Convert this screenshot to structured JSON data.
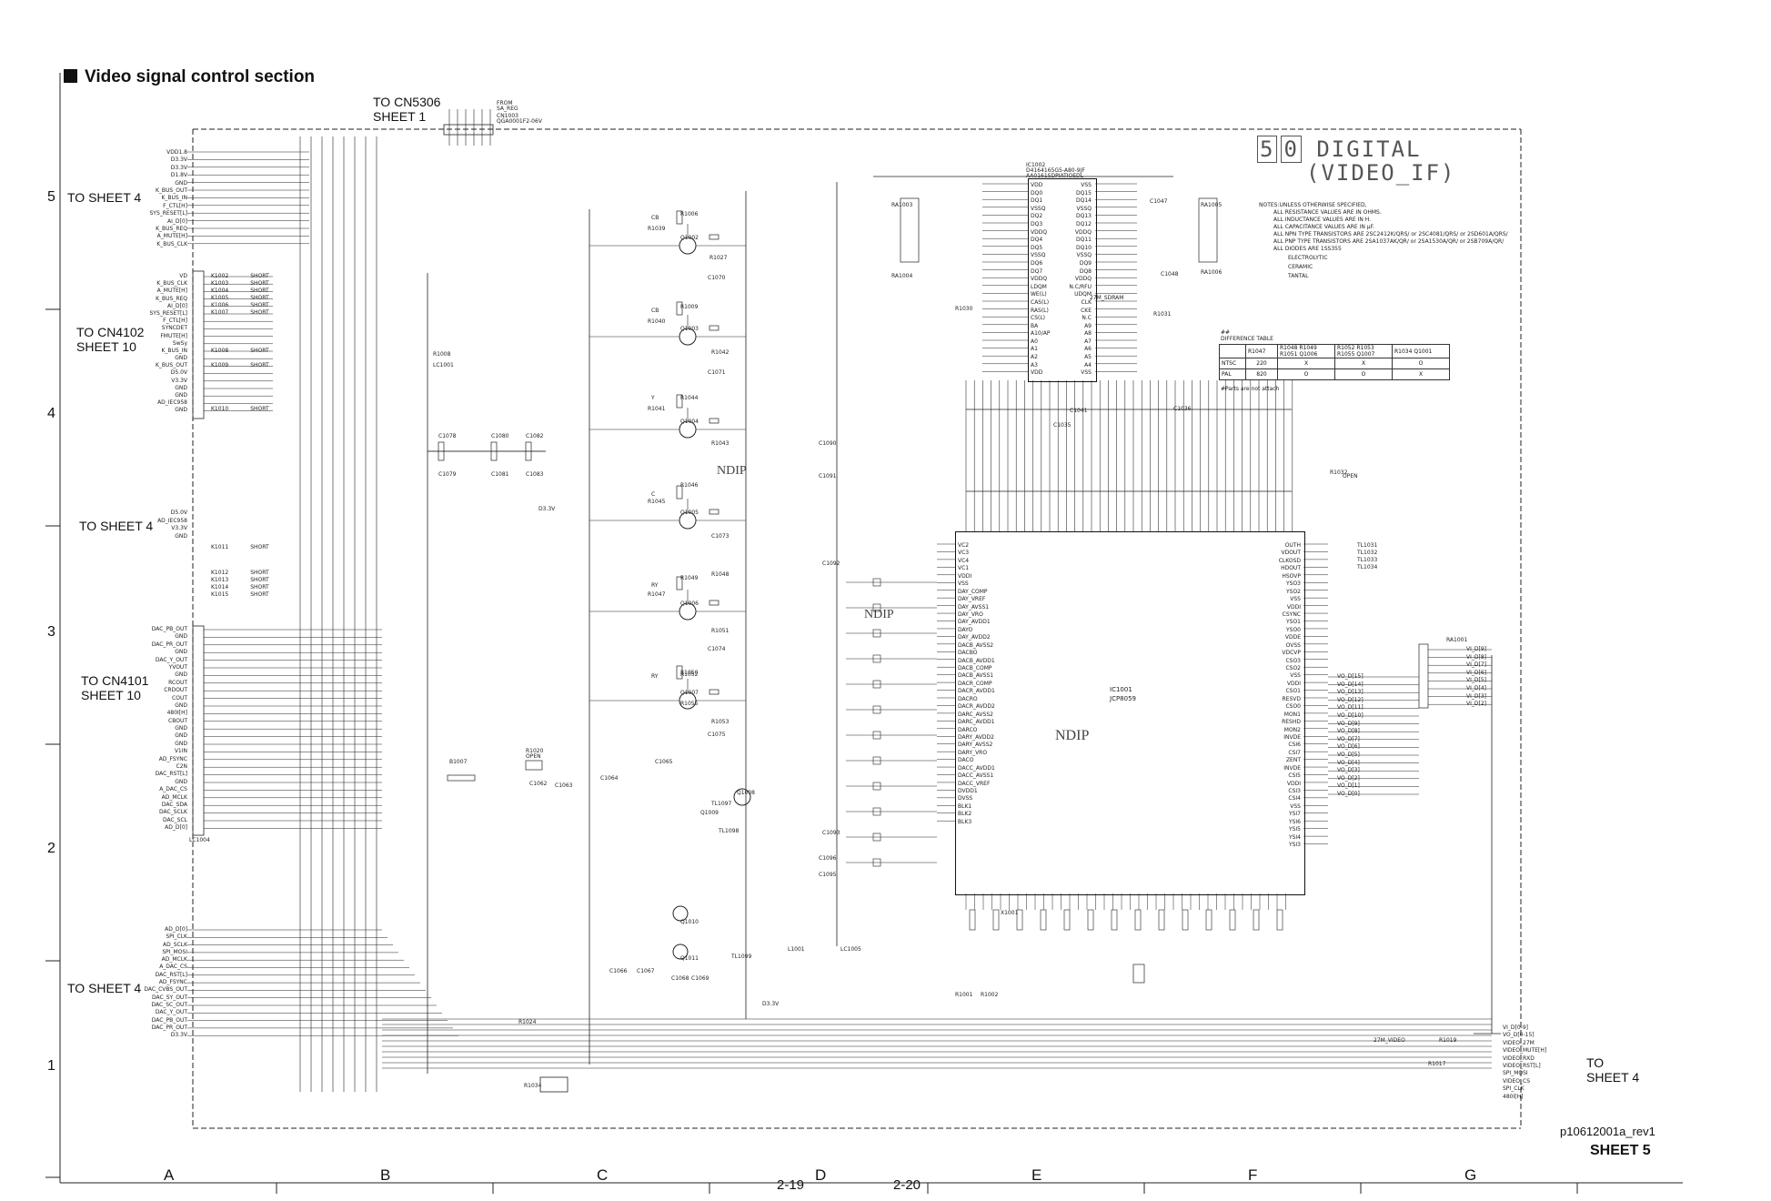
{
  "title": "Video signal control section",
  "header_to": [
    "TO CN5306",
    "SHEET 1"
  ],
  "from_top": [
    "FROM",
    "SA_REG",
    "CN1003",
    "QGA0001F2-06V"
  ],
  "left_sheets": [
    {
      "text": "TO SHEET 4"
    },
    {
      "line1": "TO CN4102",
      "line2": "SHEET 10"
    },
    {
      "text": "TO SHEET 4"
    },
    {
      "line1": "TO CN4101",
      "line2": "SHEET 10"
    },
    {
      "text": "TO SHEET 4"
    }
  ],
  "right_sheet": [
    "TO",
    "SHEET 4"
  ],
  "row_numbers": [
    "5",
    "4",
    "3",
    "2",
    "1"
  ],
  "column_letters": [
    "A",
    "B",
    "C",
    "D",
    "E",
    "F",
    "G"
  ],
  "page_numbers": [
    "2-19",
    "2-20"
  ],
  "footer": {
    "revision": "p10612001a_rev1",
    "sheet": "SHEET 5"
  },
  "digital_title": {
    "num1": "5",
    "num2": "0",
    "line1": "DIGITAL",
    "line2": "(VIDEO_IF)"
  },
  "ic1001": {
    "ref": "IC1001",
    "part": "JCP8059",
    "mark": "NDIP"
  },
  "ic1002": {
    "ref": "IC1002",
    "part": "D4164165G5-A80-9JF",
    "part2": "AA0161SDPIATIOEDL"
  },
  "ndip_labels": [
    "NDIP",
    "NDIP"
  ],
  "notes": [
    "NOTES:UNLESS OTHERWISE SPECIFIED,",
    "ALL RESISTANCE VALUES ARE IN OHMS.",
    "ALL INDUCTANCE VALUES ARE IN H.",
    "ALL CAPACITANCE VALUES ARE IN μF.",
    "ALL NPN TYPE TRANSISTORS ARE 2SC2412K/QRS/ or 2SC4081/QRS/ or 2SD601A/QRS/",
    "ALL PNP TYPE TRANSISTORS ARE 2SA1037AK/QR/ or 2SA1530A/QR/ or 2SB709A/QR/",
    "ALL DIODES ARE 1SS355",
    "ELECTROLYTIC",
    "CERAMIC",
    "TANTAL"
  ],
  "diff_table": {
    "mark": "##",
    "title": "DIFFERENCE TABLE",
    "headers": [
      "",
      "R1047",
      "R1048 R1049 R1051 Q1006",
      "R1052 R1053 R1055 Q1007",
      "R1034 Q1001"
    ],
    "rows": [
      [
        "NTSC",
        "220",
        "X",
        "X",
        "O"
      ],
      [
        "PAL",
        "820",
        "O",
        "O",
        "X"
      ]
    ],
    "note": "#Parts are not attach"
  },
  "left_signals_a": [
    "VDD1.8",
    "D3.3V",
    "D3.3V",
    "D1.8V",
    "GND",
    "K_BUS_OUT",
    "K_BUS_IN",
    "F_CTL[H]",
    "SYS_RESET[L]",
    "AI_D[0]",
    "K_BUS_REQ",
    "A_MUTE[H]",
    "K_BUS_CLK"
  ],
  "left_signals_b": [
    "VD",
    "K_BUS_CLK",
    "A_MUTE[H]",
    "K_BUS_REQ",
    "AI_D[0]",
    "SYS_RESET[L]",
    "F_CTL[H]",
    "SYNCDET",
    "FMUTE[H]",
    "SwSy",
    "K_BUS_IN",
    "GND",
    "K_BUS_OUT",
    "D5.0V",
    "V3.3V",
    "GND",
    "GND",
    "AD_IEC958",
    "GND"
  ],
  "left_signals_c": [
    "D5.0V",
    "AD_IEC958",
    "V3.3V",
    "GND"
  ],
  "left_signals_d": [
    "DAC_PB_OUT",
    "GND",
    "DAC_PR_OUT",
    "GND",
    "DAC_Y_OUT",
    "YVOUT",
    "GND",
    "RCOUT",
    "CRDOUT",
    "COUT",
    "GND",
    "480I[H]",
    "CBOUT",
    "GND",
    "GND",
    "GND",
    "V1IN",
    "AD_FSYNC",
    "C2N",
    "DAC_RST[L]",
    "GND",
    "A_DAC_CS",
    "AD_MCLK",
    "DAC_SDA",
    "DAC_SCLK",
    "DAC_SCL",
    "AD_D[0]"
  ],
  "left_signals_e": [
    "AD_D[0]",
    "SPI_CLK",
    "AD_SCLK",
    "SPI_MOSI",
    "AD_MCLK",
    "A_DAC_CS",
    "DAC_RST[L]",
    "AD_FSYNC",
    "DAC_CVBS_OUT",
    "DAC_SY_OUT",
    "DAC_SC_OUT",
    "DAC_Y_OUT",
    "DAC_PB_OUT",
    "DAC_PR_OUT",
    "D3.3V"
  ],
  "right_signals": [
    "VI_D[0-9]",
    "VO_D[0-15]",
    "VIDEO_27M",
    "VIDEO_MUTE[H]",
    "VIDEO_RXD",
    "VIDEO_RST[L]",
    "SPI_MOSI",
    "VIDEO_CS",
    "SPI_CLK",
    "480I[H]"
  ],
  "vo_labels": [
    "VO_D[15]",
    "VO_D[14]",
    "VO_D[13]",
    "VO_D[12]",
    "VO_D[11]",
    "VO_D[10]",
    "VO_D[9]",
    "VO_D[8]",
    "VO_D[7]",
    "VO_D[6]",
    "VO_D[5]",
    "VO_D[4]",
    "VO_D[3]",
    "VO_D[2]",
    "VO_D[1]",
    "VO_D[0]"
  ],
  "vi_labels": [
    "VI_D[9]",
    "VI_D[8]",
    "VI_D[7]",
    "VI_D[6]",
    "VI_D[5]",
    "VI_D[4]",
    "VI_D[3]",
    "VI_D[2]"
  ],
  "ic1001_left_pins": [
    "VC2",
    "VC3",
    "VC4",
    "VC1",
    "VDDI",
    "VSS",
    "DAY_COMP",
    "DAY_VREF",
    "DAY_AVSS1",
    "DAY_VRO",
    "DAY_AVDD1",
    "DAYO",
    "DAY_AVDD2",
    "DACB_AVSS2",
    "DACBO",
    "DACB_AVDD1",
    "DACB_COMP",
    "DACB_AVSS1",
    "DACR_COMP",
    "DACR_AVDD1",
    "DACRO",
    "DACR_AVDD2",
    "DARC_AVSS2",
    "DARC_AVDD1",
    "DARCO",
    "DARY_AVDD2",
    "DARY_AVSS2",
    "DARY_VRO",
    "DACO",
    "DACC_AVDD1",
    "DACC_AVSS1",
    "DACC_VREF",
    "DVDD1",
    "DVSS",
    "BLK1",
    "BLK2",
    "BLK3"
  ],
  "ic1001_right_pins": [
    "OUTH",
    "VDOUT",
    "CLKOSD",
    "HDOUT",
    "HSOVP",
    "YSO3",
    "YSO2",
    "VSS",
    "VDDI",
    "CSYNC",
    "YSO1",
    "YSO0",
    "VDDE",
    "OVSS",
    "VDCVP",
    "CSO3",
    "CSO2",
    "VSS",
    "VDDI",
    "CSO1",
    "RESVD",
    "CSO0",
    "MON1",
    "RESHD",
    "MON2",
    "INVDE",
    "CSI6",
    "CSI7",
    "ZENT",
    "INVDE",
    "CSI5",
    "VDDI",
    "CSI3",
    "CSI4",
    "VSS",
    "YSI7",
    "YSI6",
    "YSI5",
    "YSI4",
    "YSI3"
  ],
  "ic1002_left_pins": [
    "VDD",
    "DQ0",
    "DQ1",
    "VSSQ",
    "DQ2",
    "DQ3",
    "VDDQ",
    "DQ4",
    "DQ5",
    "VSSQ",
    "DQ6",
    "DQ7",
    "VDDQ",
    "LDQM",
    "WE(L)",
    "CAS(L)",
    "RAS(L)",
    "CS(L)",
    "BA",
    "A10/AP",
    "A0",
    "A1",
    "A2",
    "A3",
    "VDD"
  ],
  "ic1002_right_pins": [
    "VSS",
    "DQ15",
    "DQ14",
    "VSSQ",
    "DQ13",
    "DQ12",
    "VDDQ",
    "DQ11",
    "DQ10",
    "VSSQ",
    "DQ9",
    "DQ8",
    "VDDQ",
    "N.C/RFU",
    "UDQM",
    "CLK",
    "CKE",
    "N.C",
    "A9",
    "A8",
    "A7",
    "A6",
    "A5",
    "A4",
    "VSS"
  ],
  "short_labels": [
    "K1002",
    "K1003",
    "K1004",
    "K1005",
    "K1006",
    "K1007",
    "K1008",
    "K1009",
    "K1010",
    "K1011",
    "K1012",
    "K1013",
    "K1014",
    "K1015"
  ],
  "short_text": "SHORT",
  "transistor_labels": [
    "Q1002",
    "Q1003",
    "Q1004",
    "Q1005",
    "Q1006",
    "Q1007",
    "Q1008",
    "Q1009",
    "Q1010",
    "Q1011"
  ],
  "signal_letters": [
    "CB",
    "CB",
    "Y",
    "C",
    "RY",
    "RY"
  ],
  "component_labels": [
    "R1006",
    "R1039",
    "R1027",
    "C1070",
    "R1009",
    "R1040",
    "R1042",
    "C1071",
    "R1041",
    "R1043",
    "R1044",
    "R1045",
    "R1047",
    "R1046",
    "C1073",
    "R1048",
    "R1049",
    "R1050",
    "R1051",
    "C1074",
    "R1052",
    "R1053",
    "R1055",
    "C1075",
    "LC1001",
    "LC1004",
    "C1078",
    "C1080",
    "C1082",
    "C1079",
    "C1081",
    "C1083",
    "R1008",
    "B1007",
    "R1020",
    "C1062",
    "C1063",
    "C1064",
    "C1065",
    "TL1097",
    "TL1098",
    "TL1099",
    "R1024",
    "R1034",
    "L1001",
    "LC1005",
    "C1066",
    "C1067",
    "C1068",
    "C1069",
    "C1090",
    "C1091",
    "C1092",
    "C1093",
    "C1095",
    "C1096",
    "R1019",
    "R1017",
    "RA1003",
    "RA1004",
    "RA1005",
    "RA1006",
    "RA1001",
    "TL1031",
    "TL1032",
    "TL1033",
    "TL1034",
    "R1030",
    "R1031",
    "R1032",
    "C1035",
    "C1036",
    "C1041",
    "C1047",
    "C1048",
    "X1001",
    "R1001",
    "R1002"
  ],
  "misc": {
    "d33": "D3.3V",
    "open": "OPEN",
    "m27": "27M_SDRAM",
    "v27": "27M_VIDEO"
  }
}
